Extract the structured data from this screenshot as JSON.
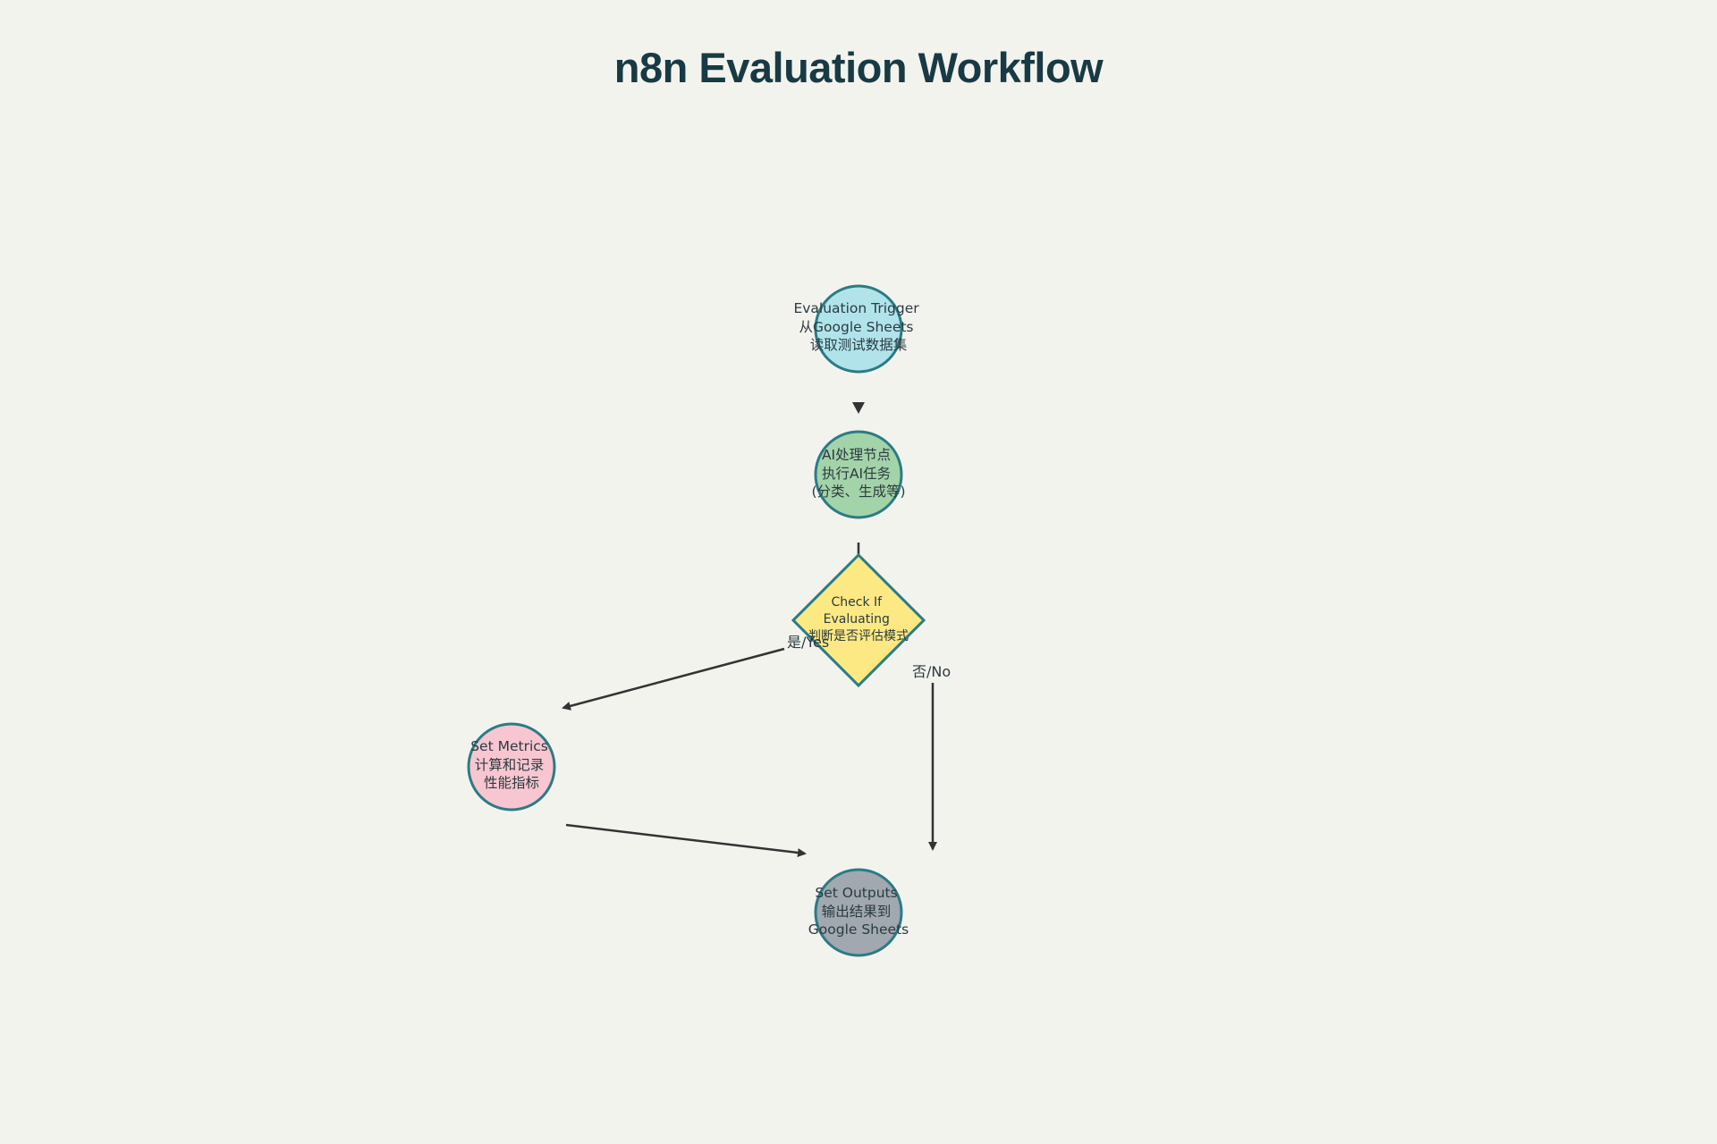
{
  "title": "n8n Evaluation Workflow",
  "colors": {
    "background": "#f3f3ee",
    "node_stroke": "#2a7c86",
    "edge": "#333333",
    "trigger_fill": "#b0e4ea",
    "ai_fill": "#a3d3a8",
    "check_fill": "#fde983",
    "metrics_fill": "#f8c6d0",
    "outputs_fill": "#a1a8b0"
  },
  "nodes": {
    "trigger": {
      "shape": "circle",
      "lines": [
        "Evaluation Trigger",
        "从Google Sheets",
        "读取测试数据集"
      ]
    },
    "ai": {
      "shape": "circle",
      "lines": [
        "AI处理节点",
        "执行AI任务",
        "(分类、生成等)"
      ]
    },
    "check": {
      "shape": "diamond",
      "lines": [
        "Check If",
        "Evaluating",
        "判断是否评估模式"
      ]
    },
    "metrics": {
      "shape": "circle",
      "lines": [
        "Set Metrics",
        "计算和记录",
        "性能指标"
      ]
    },
    "outputs": {
      "shape": "circle",
      "lines": [
        "Set Outputs",
        "输出结果到",
        "Google Sheets"
      ]
    }
  },
  "edges": {
    "yes_label": "是/Yes",
    "no_label": "否/No"
  }
}
